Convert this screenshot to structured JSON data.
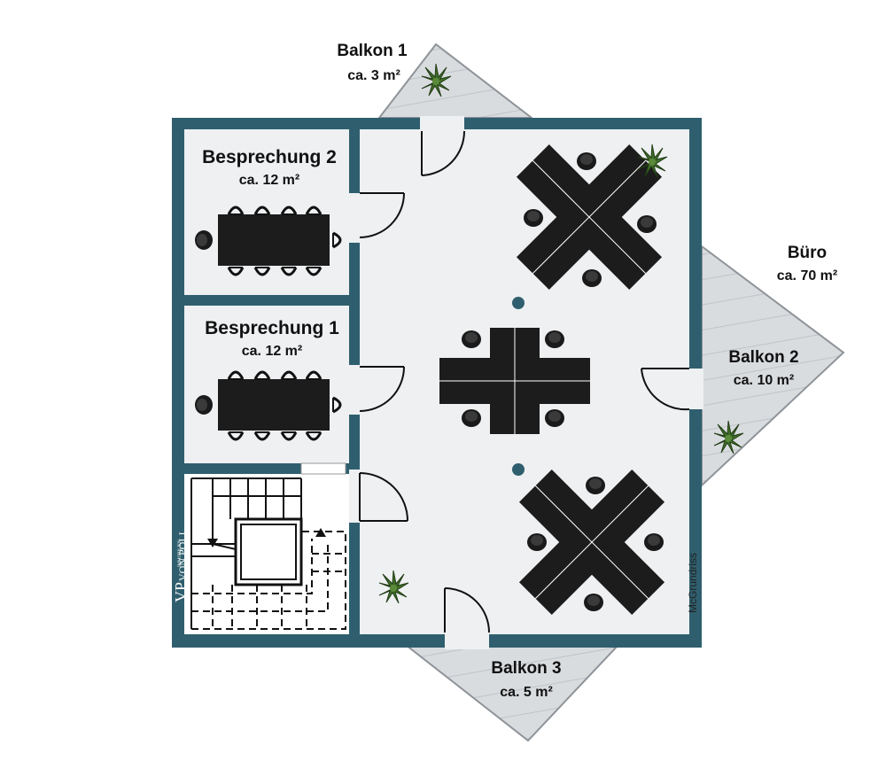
{
  "plan": {
    "rooms": {
      "balkon1": {
        "name": "Balkon 1",
        "area": "ca. 3 m²"
      },
      "bespr2": {
        "name": "Besprechung 2",
        "area": "ca. 12 m²"
      },
      "bespr1": {
        "name": "Besprechung 1",
        "area": "ca. 12 m²"
      },
      "buero": {
        "name": "Büro",
        "area": "ca. 70 m²"
      },
      "balkon2": {
        "name": "Balkon 2",
        "area": "ca. 10 m²"
      },
      "balkon3": {
        "name": "Balkon 3",
        "area": "ca. 5 m²"
      }
    },
    "credit": "McGrundriss",
    "logo": {
      "initials": "VP",
      "name": "VON POLL",
      "tagline": "IMMOBILIEN"
    },
    "colors": {
      "wall": "#2f5f6e",
      "floor": "#eef0f2",
      "balcony": "#d7dadd",
      "furniture": "#1c1c1c",
      "plant": "#3f6d2a"
    }
  }
}
